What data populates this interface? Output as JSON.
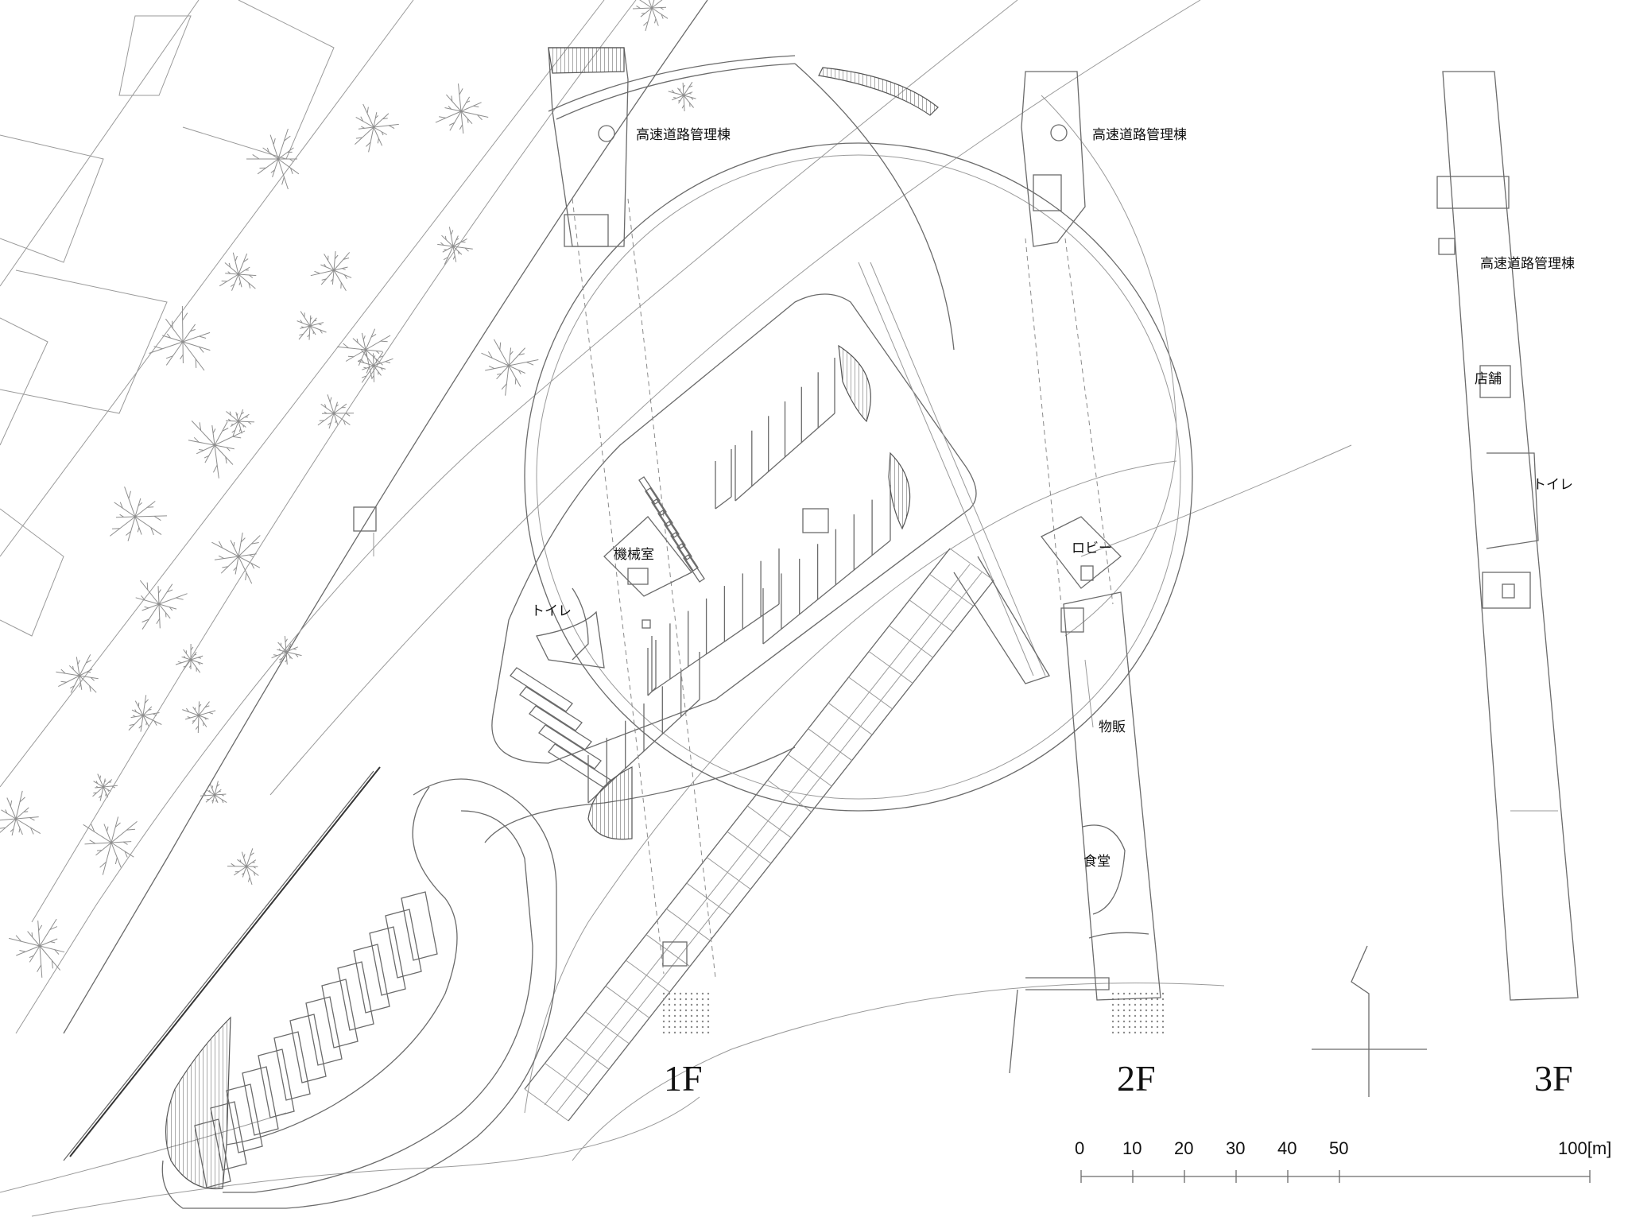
{
  "labels": {
    "f1_mgmt": "高速道路管理棟",
    "f1_machine": "機械室",
    "f1_toilet": "トイレ",
    "f2_mgmt": "高速道路管理棟",
    "f2_lobby": "ロビー",
    "f2_shop": "物販",
    "f2_dining": "食堂",
    "f3_mgmt": "高速道路管理棟",
    "f3_store": "店舗",
    "f3_toilet": "トイレ"
  },
  "floors": {
    "f1": "1F",
    "f2": "2F",
    "f3": "3F"
  },
  "scale": {
    "t0": "0",
    "t10": "10",
    "t20": "20",
    "t30": "30",
    "t40": "40",
    "t50": "50",
    "t100": "100[m]"
  }
}
